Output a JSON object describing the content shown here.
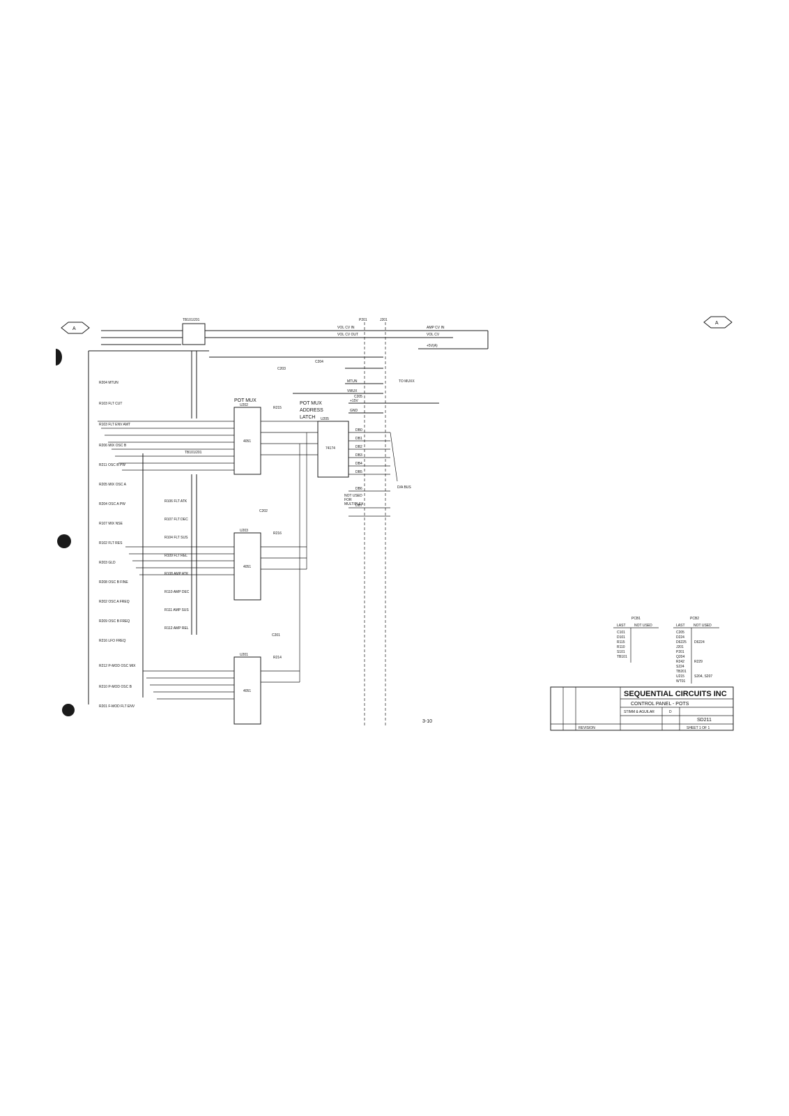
{
  "zone_marker": "A",
  "section_labels": {
    "pot_mux": "POT MUX",
    "latch_line1": "POT MUX",
    "latch_line2": "ADDRESS",
    "latch_line3": "LATCH"
  },
  "signals_top": {
    "vol_cv_in": "VOL CV IN",
    "vol_cv_out": "VOL CV OUT",
    "amp_cv_in": "AMP CV IN",
    "vol_cv": "VOL CV",
    "plus5v": "+5V(A)",
    "mtun": "MTUN",
    "vmux": "VMUX",
    "to_muxx": "TO MUXX",
    "plus15v": "+15V",
    "gnd": "GND"
  },
  "bus_lines": [
    "DB0",
    "DB1",
    "DB2",
    "DB3",
    "DB4",
    "DB5",
    "DB6",
    "DB7"
  ],
  "bus_labels": {
    "da_bus": "D/A BUS",
    "not_used_1": "NOT USED",
    "not_used_2": "FOR",
    "not_used_3": "MULTIPLEX"
  },
  "chips": {
    "mux1": "4051",
    "mux2": "4051",
    "mux3": "4051",
    "latch": "74174"
  },
  "refdes": {
    "u202": "U202",
    "u203": "U203",
    "u201": "U201",
    "u205": "U205",
    "r215": "R215",
    "r216": "R216",
    "r214": "R214",
    "c203": "C203",
    "c202": "C202",
    "c201": "C201",
    "c204": "C204",
    "c205": "C205"
  },
  "pots_left": [
    "R204 MTUN",
    "R103 FLT CUT",
    "R103 FLT ENV AMT",
    "R206 MIX OSC B",
    "R211 OSC B PW",
    "R205 MIX OSC A",
    "R204 OSC A PW",
    "R107 MIX NSE",
    "R102 FLT RES",
    "R203 GLD",
    "R208 OSC B FINE",
    "R202 OSC A FREQ",
    "R209 OSC B FREQ",
    "R216 LFO FREQ",
    "R212 P-MOD OSC MIX",
    "R210 P-MOD OSC B",
    "R201 F-MOD FLT ENV"
  ],
  "pots_mid": [
    "R106 FLT ATK",
    "R107 FLT DEC",
    "R104 FLT SUS",
    "R109 FLT REL",
    "R108 AMP ATK",
    "R110 AMP DEC",
    "R111 AMP SUS",
    "R112 AMP REL"
  ],
  "connectors": {
    "tb1": "TB101/201",
    "tb2": "TB101/201",
    "j201": "J201",
    "p201": "P201"
  },
  "page_number": "3-10",
  "tables": {
    "pcb1": {
      "title": "PCB1",
      "headers": [
        "LAST",
        "NOT USED"
      ],
      "last": [
        "C101",
        "D101",
        "R115",
        "R110",
        "S101",
        "TB101"
      ],
      "not_used": []
    },
    "pcb2": {
      "title": "PCB2",
      "headers": [
        "LAST",
        "NOT USED"
      ],
      "last": [
        "C205",
        "D224",
        "D6225",
        "J201",
        "P201",
        "Q204",
        "R242",
        "S224",
        "TB201",
        "U215",
        "WT01"
      ],
      "not_used": [
        "D6224",
        "",
        "R229",
        "",
        "S204, S207"
      ]
    }
  },
  "title_block": {
    "company": "SEQUENTIAL CIRCUITS INC",
    "title": "CONTROL PANEL - POTS",
    "size": "D",
    "number": "SD211",
    "sheet": "SHEET 1 OF 1",
    "drawn_by": "STIMM & AGUILAR",
    "approved": "REVISION"
  }
}
